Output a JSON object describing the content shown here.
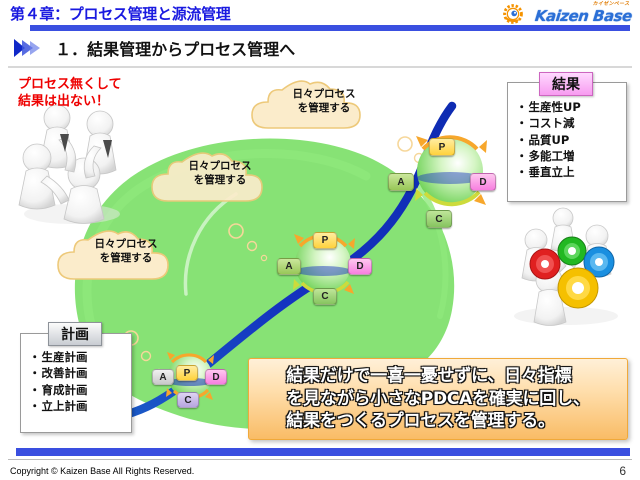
{
  "header": {
    "chapter_title": "第４章：プロセス管理と源流管理",
    "section_number_title": "１．結果管理からプロセス管理へ",
    "logo_kana": "カイゼンベース",
    "logo_word": "Kaizen Base"
  },
  "lead": {
    "text": "プロセス無くして\n 結果は出ない！",
    "color": "#ee0000"
  },
  "clouds": [
    {
      "id": "cloud-top",
      "text": "日々プロセス\nを管理する"
    },
    {
      "id": "cloud-middle",
      "text": "日々プロセス\nを管理する"
    },
    {
      "id": "cloud-bottom",
      "text": "日々プロセス\nを管理する"
    }
  ],
  "pdca": {
    "labels": {
      "p": "P",
      "d": "D",
      "c": "C",
      "a": "A"
    },
    "cycles": [
      {
        "id": "pdca-small",
        "size": "small"
      },
      {
        "id": "pdca-medium",
        "size": "medium"
      },
      {
        "id": "pdca-large",
        "size": "large"
      }
    ]
  },
  "result_box": {
    "heading": "結果",
    "heading_color": "#f79bf0",
    "items": [
      "生産性UP",
      "コスト減",
      "品質UP",
      "多能工増",
      "垂直立上"
    ],
    "bullet": "・"
  },
  "plan_box": {
    "heading": "計画",
    "heading_color": "#c8ccd2",
    "items": [
      "生産計画",
      "改善計画",
      "育成計画",
      "立上計画"
    ],
    "bullet": "・"
  },
  "message": {
    "text": "結果だけで一喜一憂せずに、日々指標\nを見ながら小さなPDCAを確実に回し、\n結果をつくるプロセスを管理する。",
    "background_color": "#f9bc66"
  },
  "footer": {
    "copyright": "Copyright ©  Kaizen Base  All Rights Reserved.",
    "page_number": "6"
  },
  "theme": {
    "accent_blue": "#3a4fe0",
    "title_blue": "#1a1ae0",
    "swirl_green": "#7ee06a",
    "arrow_blue": "#1433c0",
    "pdca_arrow_orange": "#f7a72c"
  }
}
